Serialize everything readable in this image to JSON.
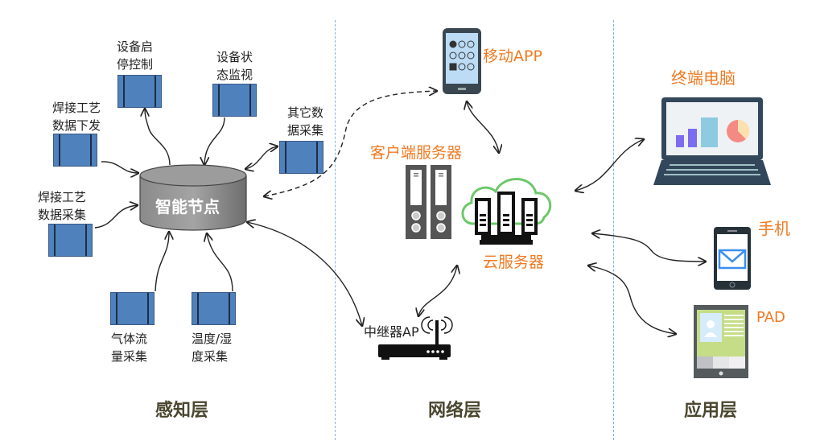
{
  "layers": {
    "perception": "感知层",
    "network": "网络层",
    "application": "应用层"
  },
  "perception": {
    "hub": "智能节点",
    "devices": [
      {
        "id": "start-stop",
        "label_lines": [
          "设备启",
          "停控制"
        ]
      },
      {
        "id": "status-monitor",
        "label_lines": [
          "设备状",
          "态监视"
        ]
      },
      {
        "id": "weld-send",
        "label_lines": [
          "焊接工艺",
          "数据下发"
        ]
      },
      {
        "id": "other-collect",
        "label_lines": [
          "其它数",
          "据采集"
        ]
      },
      {
        "id": "weld-collect",
        "label_lines": [
          "焊接工艺",
          "数据采集"
        ]
      },
      {
        "id": "gas-flow",
        "label_lines": [
          "气体流",
          "量采集"
        ]
      },
      {
        "id": "temp-humidity",
        "label_lines": [
          "温度/湿",
          "度采集"
        ]
      }
    ]
  },
  "network": {
    "mobile_app": "移动APP",
    "client_server": "客户端服务器",
    "cloud_server": "云服务器",
    "repeater": "中继器AP"
  },
  "application": {
    "terminal_pc": "终端电脑",
    "phone": "手机",
    "pad": "PAD"
  },
  "colors": {
    "accent_orange": "#f07a22",
    "device_blue": "#4f81bd",
    "layer_title": "#4a4630",
    "divider": "#7fb3e0",
    "cloud_green": "#6cc86a"
  }
}
